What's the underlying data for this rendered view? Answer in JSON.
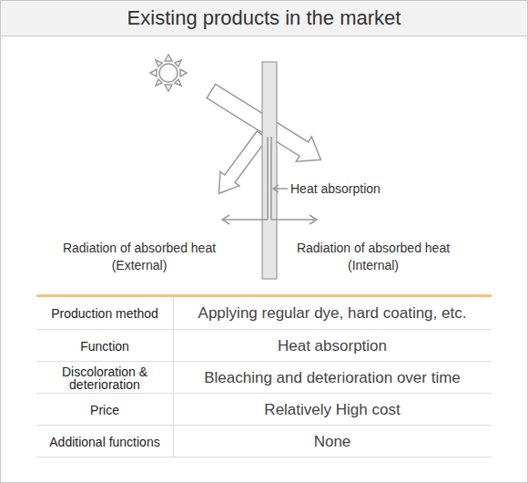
{
  "diagram": {
    "title": "Existing products in the market",
    "labels": [
      "Heat absorption",
      "Radiation of absorbed heat (External)",
      "Radiation of absorbed heat (Internal)",
      "Production method",
      "Applying regular dye, hard coating, etc.",
      "Function",
      "Heat absorption",
      "Discoloration & deterioration",
      "Bleaching and deterioration over time",
      "Price",
      "Relatively High cost",
      "Additional functions",
      "None"
    ]
  }
}
